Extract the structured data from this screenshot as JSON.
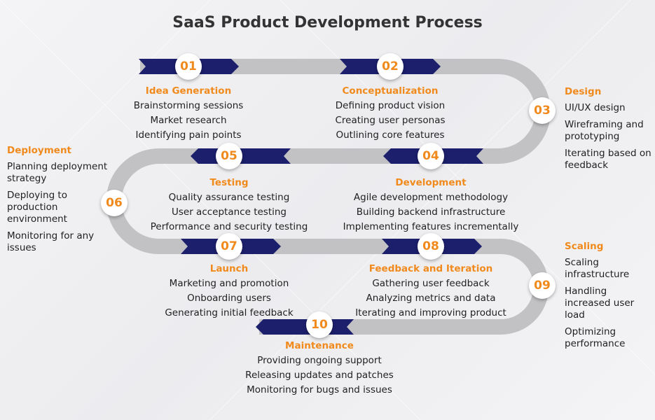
{
  "title": "SaaS Product Development Process",
  "colors": {
    "accent": "#f08a1c",
    "navy": "#1c1f6b",
    "track": "#c2c2c4"
  },
  "steps": [
    {
      "num": "01",
      "title": "Idea Generation",
      "items": [
        "Brainstorming sessions",
        "Market research",
        "Identifying pain points"
      ]
    },
    {
      "num": "02",
      "title": "Conceptualization",
      "items": [
        "Defining product vision",
        "Creating user personas",
        "Outlining core features"
      ]
    },
    {
      "num": "03",
      "title": "Design",
      "items": [
        "UI/UX design",
        "Wireframing and prototyping",
        "Iterating based on feedback"
      ]
    },
    {
      "num": "04",
      "title": "Development",
      "items": [
        "Agile development methodology",
        "Building backend infrastructure",
        "Implementing features incrementally"
      ]
    },
    {
      "num": "05",
      "title": "Testing",
      "items": [
        "Quality assurance testing",
        "User acceptance testing",
        "Performance and security testing"
      ]
    },
    {
      "num": "06",
      "title": "Deployment",
      "items": [
        "Planning deployment strategy",
        "Deploying to production environment",
        "Monitoring for any issues"
      ]
    },
    {
      "num": "07",
      "title": "Launch",
      "items": [
        "Marketing and promotion",
        "Onboarding users",
        "Generating initial feedback"
      ]
    },
    {
      "num": "08",
      "title": "Feedback and Iteration",
      "items": [
        "Gathering user feedback",
        "Analyzing metrics and data",
        "Iterating and improving product"
      ]
    },
    {
      "num": "09",
      "title": "Scaling",
      "items": [
        "Scaling infrastructure",
        "Handling increased user load",
        "Optimizing performance"
      ]
    },
    {
      "num": "10",
      "title": "Maintenance",
      "items": [
        "Providing ongoing support",
        "Releasing updates and patches",
        "Monitoring for bugs and issues"
      ]
    }
  ]
}
